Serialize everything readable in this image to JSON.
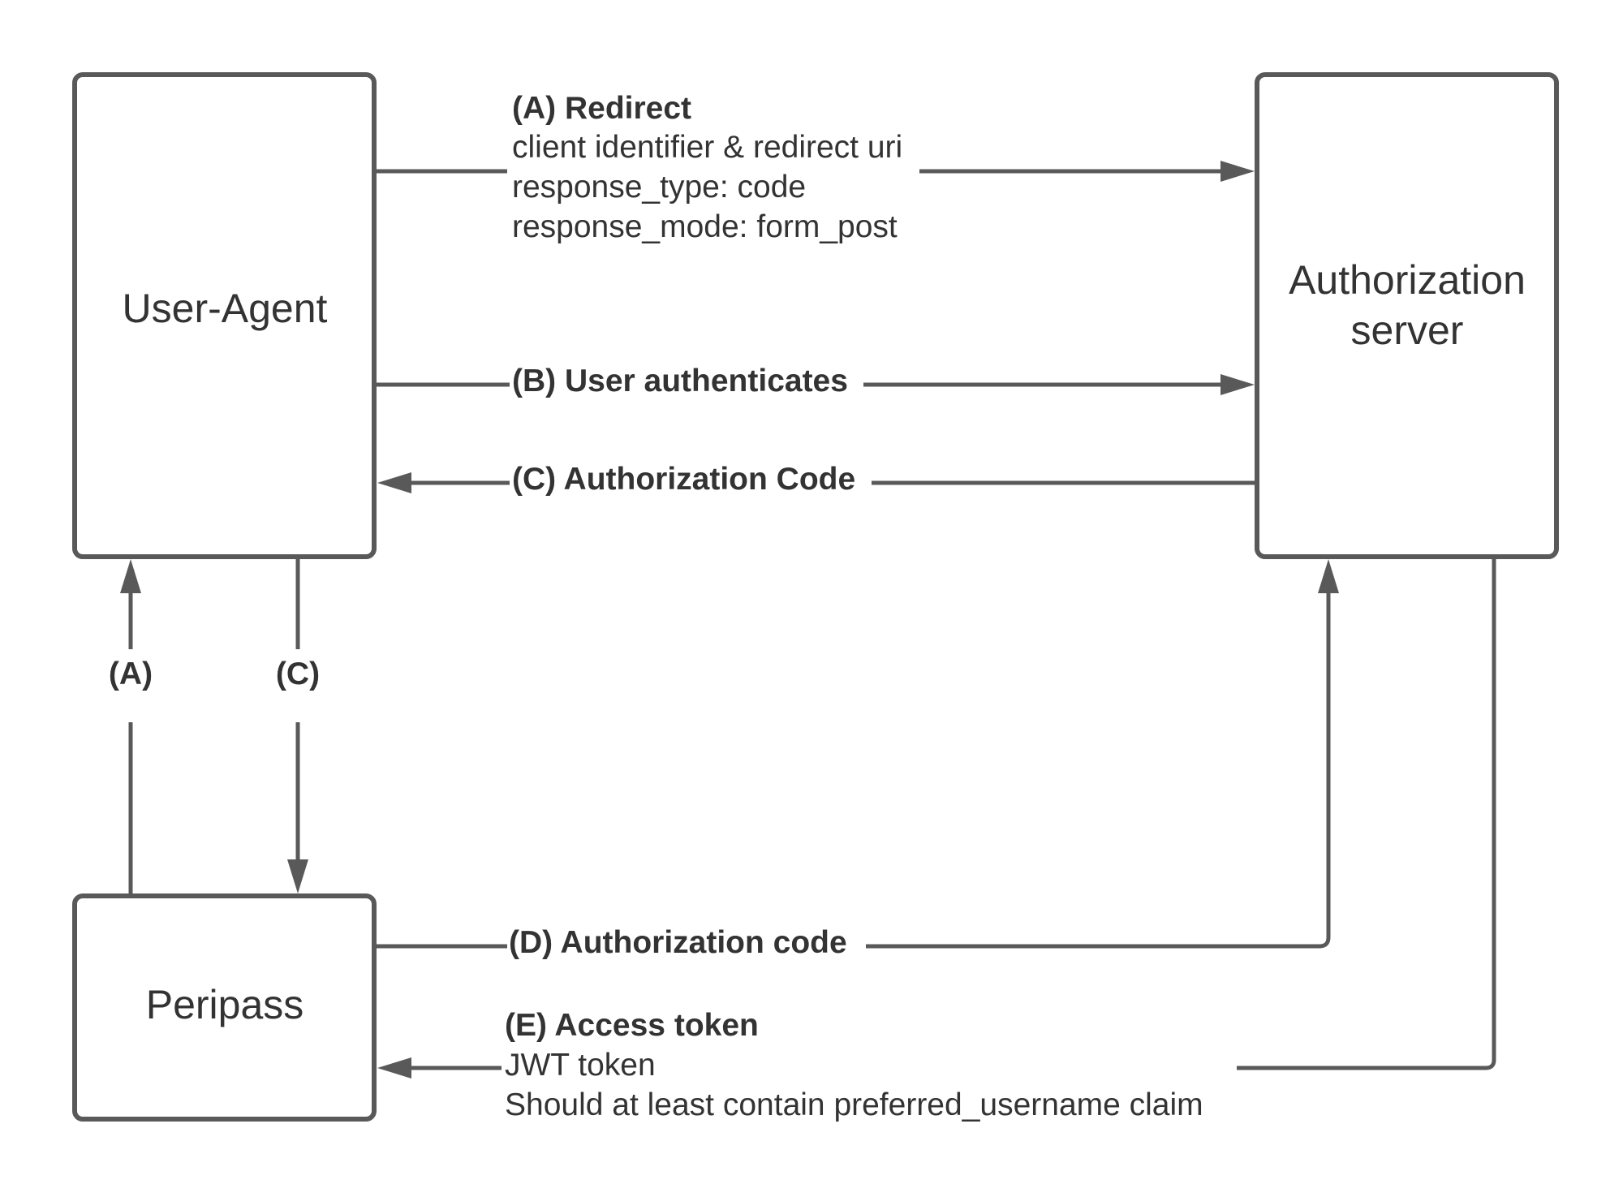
{
  "nodes": {
    "user_agent": {
      "label": "User-Agent"
    },
    "authorization_server": {
      "label_line1": "Authorization",
      "label_line2": "server"
    },
    "peripass": {
      "label": "Peripass"
    }
  },
  "flows": {
    "a_redirect": {
      "title": "(A) Redirect",
      "lines": [
        "client identifier & redirect uri",
        "response_type: code",
        "response_mode: form_post"
      ]
    },
    "b_user_authenticates": {
      "title": "(B) User authenticates"
    },
    "c_authorization_code": {
      "title": "(C) Authorization Code"
    },
    "a_vertical": {
      "title": "(A)"
    },
    "c_vertical": {
      "title": "(C)"
    },
    "d_authorization_code": {
      "title": "(D) Authorization code"
    },
    "e_access_token": {
      "title": "(E) Access token",
      "lines": [
        "JWT token",
        "Should at least contain preferred_username claim"
      ]
    }
  },
  "colors": {
    "stroke": "#595959",
    "text": "#333333",
    "background": "#ffffff"
  }
}
